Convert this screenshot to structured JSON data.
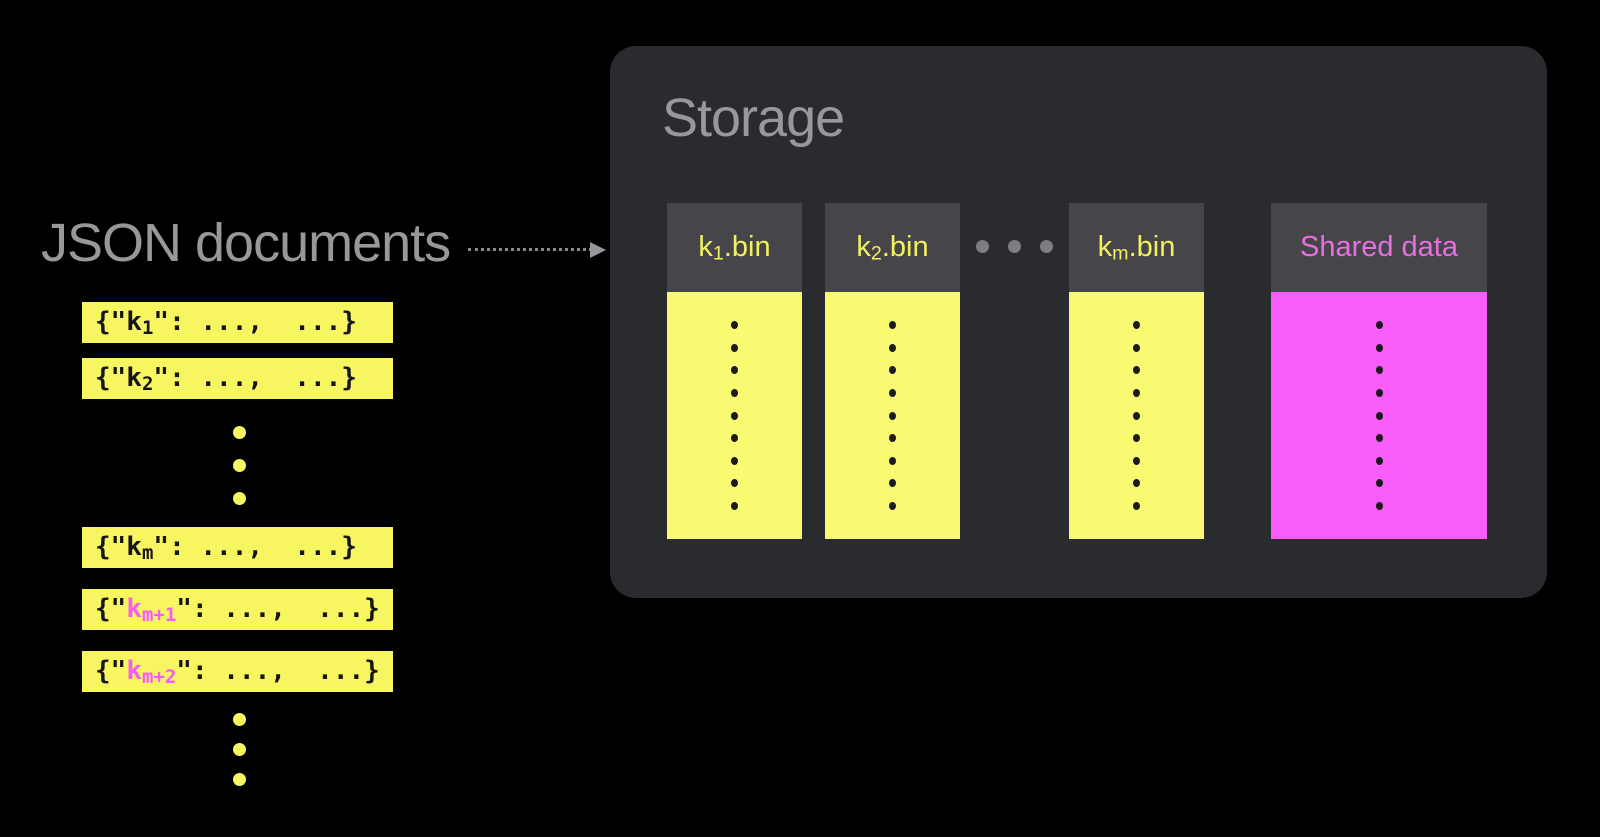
{
  "colors": {
    "background": "#000000",
    "panel": "#2a2b2f",
    "bin_header": "#46464a",
    "storage_yellow_fill": "#f9f972",
    "doc_bar_yellow_fill": "#f7f560",
    "magenta_fill": "#f95df9",
    "yellow_label": "#f2f05e",
    "magenta_label": "#e96fe1",
    "pink_key_text": "#f85cf8",
    "gray_text": "#98989a",
    "dark_text": "#151515"
  },
  "left_panel": {
    "title": "JSON documents",
    "rows": [
      {
        "segments": [
          {
            "t": "{\"k"
          },
          {
            "t": "1",
            "sub": true
          },
          {
            "t": "\": ...,  ...}"
          }
        ]
      },
      {
        "segments": [
          {
            "t": "{\"k"
          },
          {
            "t": "2",
            "sub": true
          },
          {
            "t": "\": ...,  ...}"
          }
        ]
      },
      {
        "segments": [
          {
            "t": "{\"k"
          },
          {
            "t": "m",
            "sub": true
          },
          {
            "t": "\": ...,  ...}"
          }
        ]
      },
      {
        "segments": [
          {
            "t": "{\""
          },
          {
            "t": "k",
            "pink": true
          },
          {
            "t": "m+1",
            "sub": true,
            "pink": true
          },
          {
            "t": "\": ...,  ...}"
          }
        ]
      },
      {
        "segments": [
          {
            "t": "{\""
          },
          {
            "t": "k",
            "pink": true
          },
          {
            "t": "m+2",
            "sub": true,
            "pink": true
          },
          {
            "t": "\": ...,  ...}"
          }
        ]
      }
    ],
    "mid_ellipsis_count": 3,
    "bottom_ellipsis_count": 3
  },
  "storage": {
    "title": "Storage",
    "bins": [
      {
        "color": "yellow",
        "label_segments": [
          {
            "t": "k"
          },
          {
            "t": "1",
            "sub": true
          },
          {
            "t": ".bin"
          }
        ]
      },
      {
        "color": "yellow",
        "label_segments": [
          {
            "t": "k"
          },
          {
            "t": "2",
            "sub": true
          },
          {
            "t": ".bin"
          }
        ]
      },
      {
        "color": "yellow",
        "label_segments": [
          {
            "t": "k"
          },
          {
            "t": "m",
            "sub": true
          },
          {
            "t": ".bin"
          }
        ]
      },
      {
        "color": "magenta",
        "label_segments": [
          {
            "t": "Shared data"
          }
        ]
      }
    ],
    "ellipsis_count": 3,
    "bin_dot_count": 9
  }
}
